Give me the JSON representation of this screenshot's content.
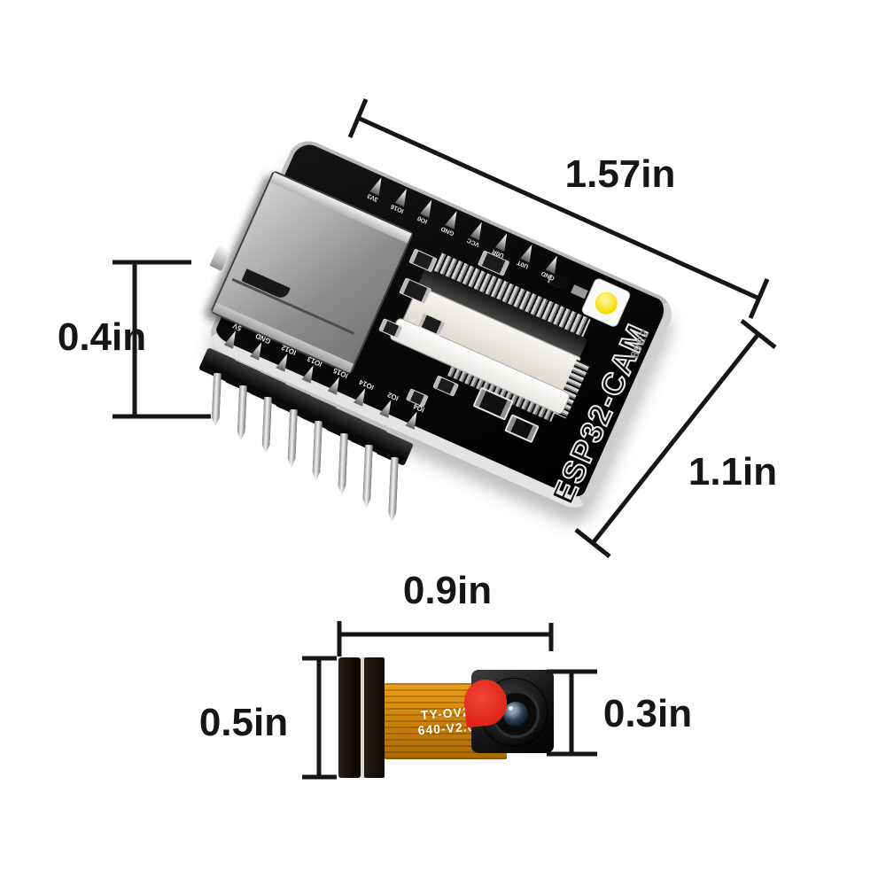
{
  "board_dimensions": {
    "length": "1.57in",
    "width": "1.1in",
    "pin_height": "0.4in"
  },
  "camera_dimensions": {
    "length": "0.9in",
    "height": "0.5in",
    "lens_block": "0.3in"
  },
  "board": {
    "silkscreen_title": "ESP32-CAM",
    "batch_code": "89E2",
    "top_pin_labels": [
      "3V3",
      "IO16",
      "IO0",
      "GND",
      "VCC",
      "U0R",
      "U0T",
      "GND"
    ],
    "bottom_pin_labels": [
      "5V",
      "GND",
      "IO12",
      "IO13",
      "IO15",
      "IO14",
      "IO2",
      "IO4"
    ],
    "pin_count_per_row": 8
  },
  "camera_module": {
    "ribbon_label_line1": "TY-OV2",
    "ribbon_label_line2": "640-V2.0"
  },
  "colors": {
    "dimension_text": "#161616",
    "pcb_black": "#0a0a0a",
    "pcb_edge_silver": "#d6d6d6",
    "led_yellow": "#f5dd00",
    "ribbon_orange": "#df8f0e",
    "sticker_red": "#df2417"
  }
}
